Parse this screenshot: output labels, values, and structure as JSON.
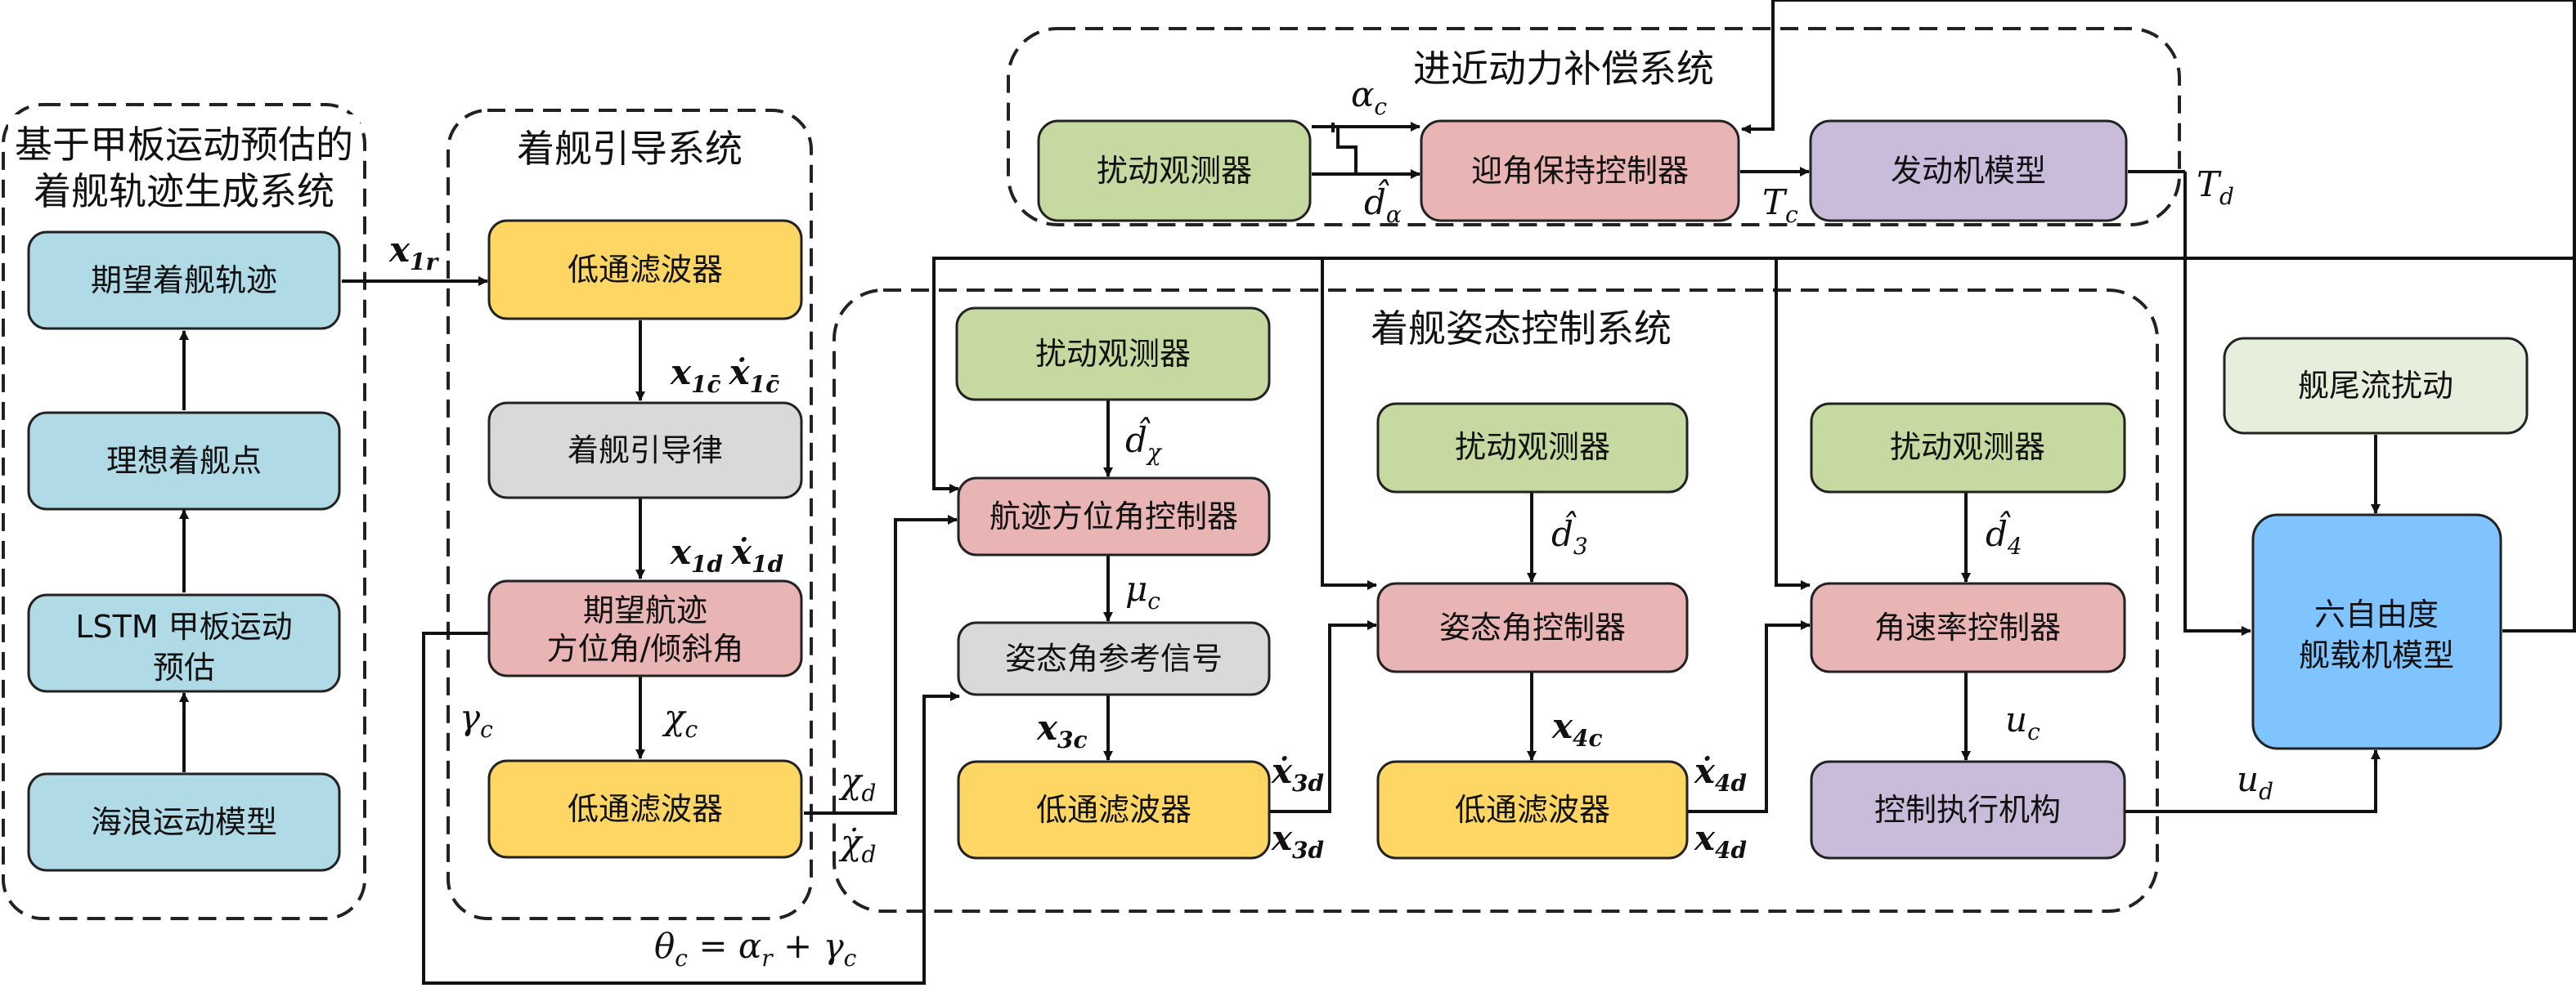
{
  "groups": {
    "trajectory": {
      "line1": "基于甲板运动预估的",
      "line2": "着舰轨迹生成系统"
    },
    "guidance": "着舰引导系统",
    "power": "进近动力补偿系统",
    "attitude": "着舰姿态控制系统"
  },
  "blocks": {
    "desired_traj": "期望着舰轨迹",
    "ideal_point": "理想着舰点",
    "lstm_1": "LSTM 甲板运动",
    "lstm_2": "预估",
    "wave": "海浪运动模型",
    "lpf_g1": "低通滤波器",
    "guidance_law": "着舰引导律",
    "desired_chi_1": "期望航迹",
    "desired_chi_2": "方位角/倾斜角",
    "lpf_g2": "低通滤波器",
    "dist_obs_p": "扰动观测器",
    "aoa_ctrl": "迎角保持控制器",
    "engine": "发动机模型",
    "dist_obs_a1": "扰动观测器",
    "track_ctrl": "航迹方位角控制器",
    "att_ref": "姿态角参考信号",
    "lpf_a1": "低通滤波器",
    "dist_obs_a2": "扰动观测器",
    "att_ctrl": "姿态角控制器",
    "lpf_a2": "低通滤波器",
    "dist_obs_a3": "扰动观测器",
    "rate_ctrl": "角速率控制器",
    "actuator": "控制执行机构",
    "wake": "舰尾流扰动",
    "sixdof_1": "六自由度",
    "sixdof_2": "舰载机模型"
  },
  "signals": {
    "x1r": {
      "base": "x",
      "sub": "1r"
    },
    "x1c": {
      "base": "x",
      "sub": "1c̄",
      "dot_base": "ẋ",
      "dot_sub": "1c̄"
    },
    "x1d": {
      "base": "x",
      "sub": "1d",
      "dot_base": "ẋ",
      "dot_sub": "1d"
    },
    "gamma_c": {
      "base": "γ",
      "sub": "c"
    },
    "chi_c": {
      "base": "χ",
      "sub": "c"
    },
    "chi_d": {
      "base": "χ",
      "sub": "d"
    },
    "chidot_d": {
      "base": "χ̇",
      "sub": "d"
    },
    "theta_c": {
      "lhs": "θ",
      "lhs_sub": "c",
      "eq": " = ",
      "a": "α",
      "a_sub": "r",
      "plus": " + ",
      "g": "γ",
      "g_sub": "c"
    },
    "alpha_c": {
      "base": "α",
      "sub": "c"
    },
    "dhat_alpha": {
      "base": "d̂",
      "sub": "α"
    },
    "T_c": {
      "base": "T",
      "sub": "c"
    },
    "T_d": {
      "base": "T",
      "sub": "d"
    },
    "dhat_chi": {
      "base": "d̂",
      "sub": "χ"
    },
    "mu_c": {
      "base": "μ",
      "sub": "c"
    },
    "x3c": {
      "base": "x",
      "sub": "3c"
    },
    "xdot3d": {
      "base": "ẋ",
      "sub": "3d"
    },
    "x3d": {
      "base": "x",
      "sub": "3d"
    },
    "dhat_3": {
      "base": "d̂",
      "sub": "3"
    },
    "x4c": {
      "base": "x",
      "sub": "4c"
    },
    "xdot4d": {
      "base": "ẋ",
      "sub": "4d"
    },
    "x4d": {
      "base": "x",
      "sub": "4d"
    },
    "dhat_4": {
      "base": "d̂",
      "sub": "4"
    },
    "u_c": {
      "base": "u",
      "sub": "c"
    },
    "u_d": {
      "base": "u",
      "sub": "d"
    }
  },
  "colors": {
    "blue": "#b0dbe6",
    "yellow": "#fdd663",
    "gray": "#d9d9d9",
    "pink": "#e8b4b4",
    "green": "#c5d9a0",
    "purple": "#c9bcdb",
    "light_green": "#e6eedc",
    "sky": "#7fc3ff"
  }
}
